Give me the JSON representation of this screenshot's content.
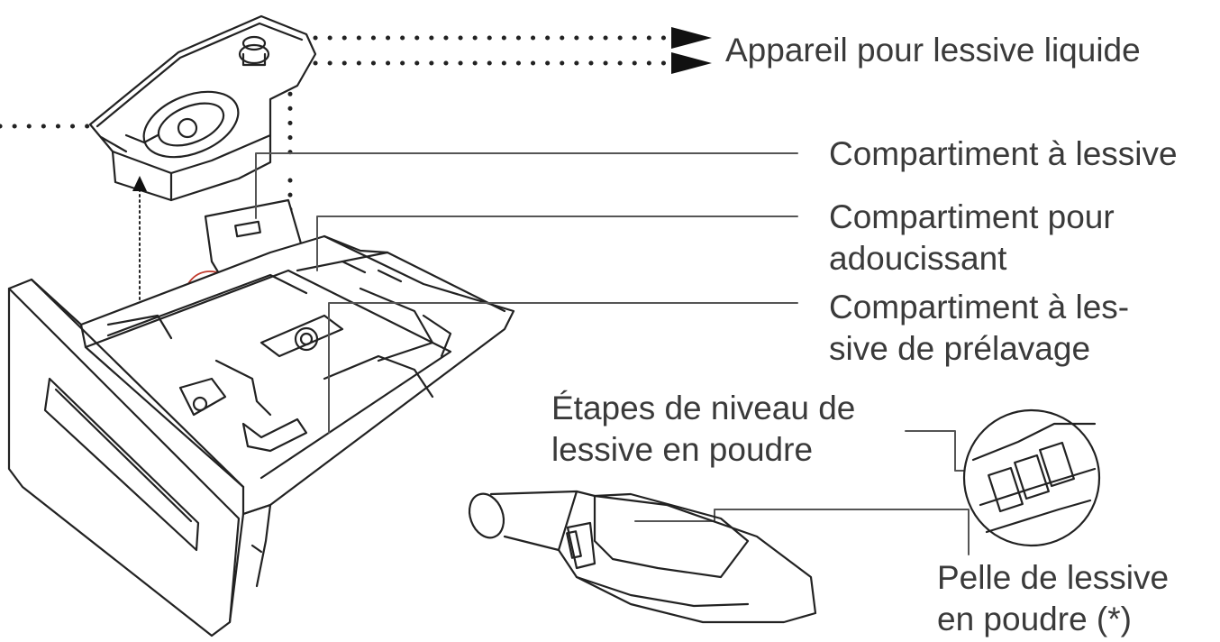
{
  "labels": {
    "liquid_detergent_device": "Appareil pour lessive liquide",
    "detergent_compartment": "Compartiment à lessive",
    "softener_compartment": {
      "line1": "Compartiment pour",
      "line2": "adoucissant"
    },
    "prewash_compartment": {
      "line1": "Compartiment à les-",
      "line2": "sive de prélavage"
    },
    "powder_level_steps": {
      "line1": "Étapes de niveau de",
      "line2": "lessive en poudre"
    },
    "powder_scoop": {
      "line1": "Pelle de lessive",
      "line2": "en poudre (*)"
    }
  },
  "colors": {
    "line": "#222222",
    "text": "#3a3a3a",
    "callout_circle": "#c0392b",
    "leader": "#555555"
  }
}
